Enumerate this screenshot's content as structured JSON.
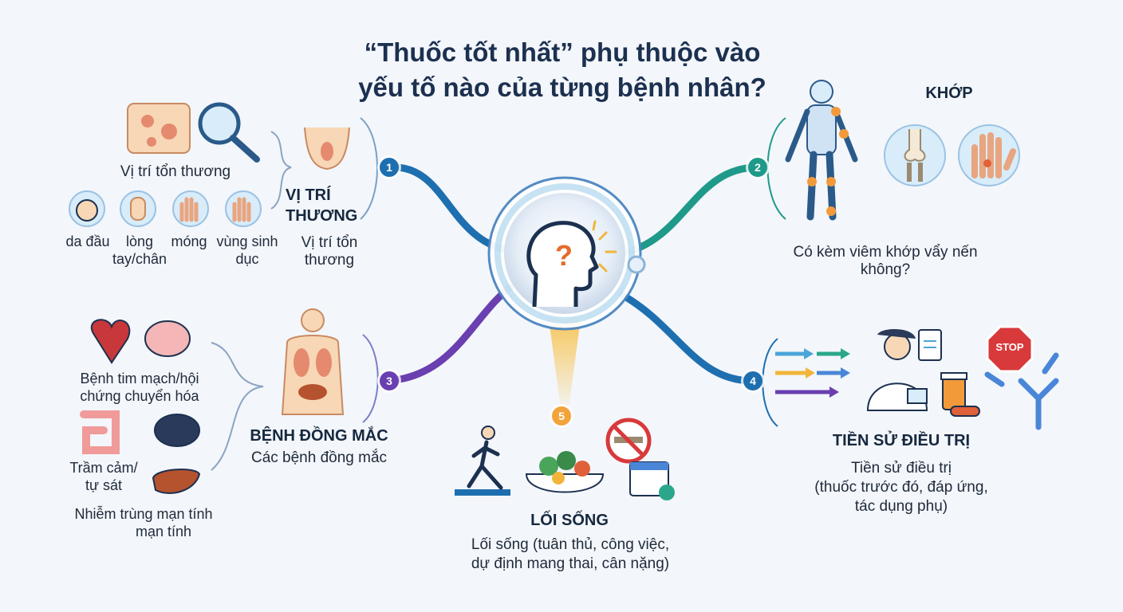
{
  "title": {
    "line1": "“Thuốc tốt nhất” phụ thuộc vào",
    "line2": "yếu tố nào của từng bệnh nhân?"
  },
  "colors": {
    "blue": "#1e6fb0",
    "teal": "#1f9a8a",
    "purple": "#6a3fb0",
    "orange": "#f2a33a",
    "navy": "#1c3050"
  },
  "center": {
    "icon": "head-question-icon"
  },
  "branch1": {
    "number": "1",
    "heading_line1": "VỊ TRÍ",
    "heading_line2": "THƯƠNG",
    "sub_line1": "Vị trí tổn",
    "sub_line2": "thương",
    "lesion_label": "Vị trí tổn thương",
    "sites": [
      {
        "icon": "scalp-icon",
        "label_line1": "da đầu",
        "label_line2": ""
      },
      {
        "icon": "nail-icon",
        "label_line1": "lòng",
        "label_line2": "tay/chân"
      },
      {
        "icon": "hand-icon",
        "label_line1": "móng",
        "label_line2": ""
      },
      {
        "icon": "palm-icon",
        "label_line1": "vùng sinh",
        "label_line2": "dục"
      }
    ]
  },
  "branch2": {
    "number": "2",
    "heading": "KHỚP",
    "question_line1": "Có kèm viêm khớp vẩy nến",
    "question_line2": "không?"
  },
  "branch3": {
    "number": "3",
    "heading": "BỆNH ĐỒNG MẮC",
    "sub": "Các bệnh đồng mắc",
    "items": [
      {
        "line1": "Bệnh tim mạch/hội",
        "line2": "chứng chuyển hóa"
      },
      {
        "line1": "Trầm cảm/",
        "line2": "tự sát"
      },
      {
        "line1": "Nhiễm trùng mạn tính",
        "line2": "mạn tính"
      }
    ]
  },
  "branch4": {
    "number": "4",
    "heading": "TIỀN SỬ ĐIỀU TRỊ",
    "sub_line1": "Tiền sử điều trị",
    "sub_line2": "(thuốc trước đó, đáp ứng,",
    "sub_line3": "tác dụng phụ)",
    "stop_sign": "STOP"
  },
  "branch5": {
    "number": "5",
    "heading": "LỐI SỐNG",
    "sub_line1": "Lối sống (tuân thủ, công việc,",
    "sub_line2": "dự định mang thai, cân nặng)"
  }
}
